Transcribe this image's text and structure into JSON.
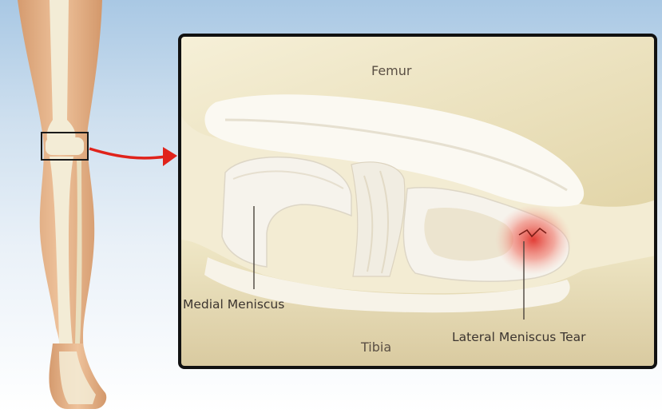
{
  "labels": {
    "femur": "Femur",
    "medial_meniscus": "Medial Meniscus",
    "tear": "Lateral Meniscus Tear",
    "tibia": "Tibia"
  },
  "colors": {
    "background_top": "#a9c8e4",
    "skin": "#e6b58a",
    "bone": "#f1e8c8",
    "meniscus": "#f5f2ea",
    "tear_highlight": "#e0332c",
    "arrow": "#e0231b",
    "frame": "#111111"
  },
  "icons": {
    "pointer": "arrow-right-icon",
    "zoom_box": "zoom-box"
  }
}
